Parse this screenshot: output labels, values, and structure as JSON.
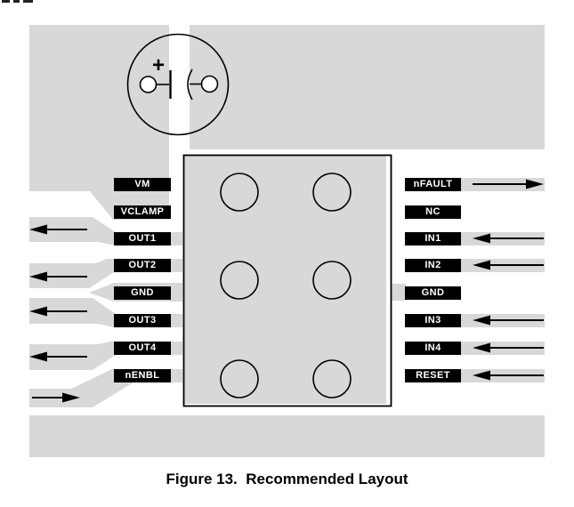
{
  "figure": {
    "caption": "Figure 13.  Recommended Layout"
  },
  "colors": {
    "copper": "#d8d8d8",
    "silkscreen_label_bg": "#000000",
    "label_text": "#ffffff",
    "background": "#ffffff"
  },
  "capacitor": {
    "polarity_symbol": "+"
  },
  "pins": {
    "left": [
      {
        "label": "VM",
        "arrow": "none"
      },
      {
        "label": "VCLAMP",
        "arrow": "none"
      },
      {
        "label": "OUT1",
        "arrow": "left"
      },
      {
        "label": "OUT2",
        "arrow": "left"
      },
      {
        "label": "GND",
        "arrow": "none"
      },
      {
        "label": "OUT3",
        "arrow": "left"
      },
      {
        "label": "OUT4",
        "arrow": "left"
      },
      {
        "label": "nENBL",
        "arrow": "right"
      }
    ],
    "right": [
      {
        "label": "nFAULT",
        "arrow": "right"
      },
      {
        "label": "NC",
        "arrow": "none"
      },
      {
        "label": "IN1",
        "arrow": "left"
      },
      {
        "label": "IN2",
        "arrow": "left"
      },
      {
        "label": "GND",
        "arrow": "none"
      },
      {
        "label": "IN3",
        "arrow": "left"
      },
      {
        "label": "IN4",
        "arrow": "left"
      },
      {
        "label": "RESET",
        "arrow": "left"
      }
    ]
  }
}
